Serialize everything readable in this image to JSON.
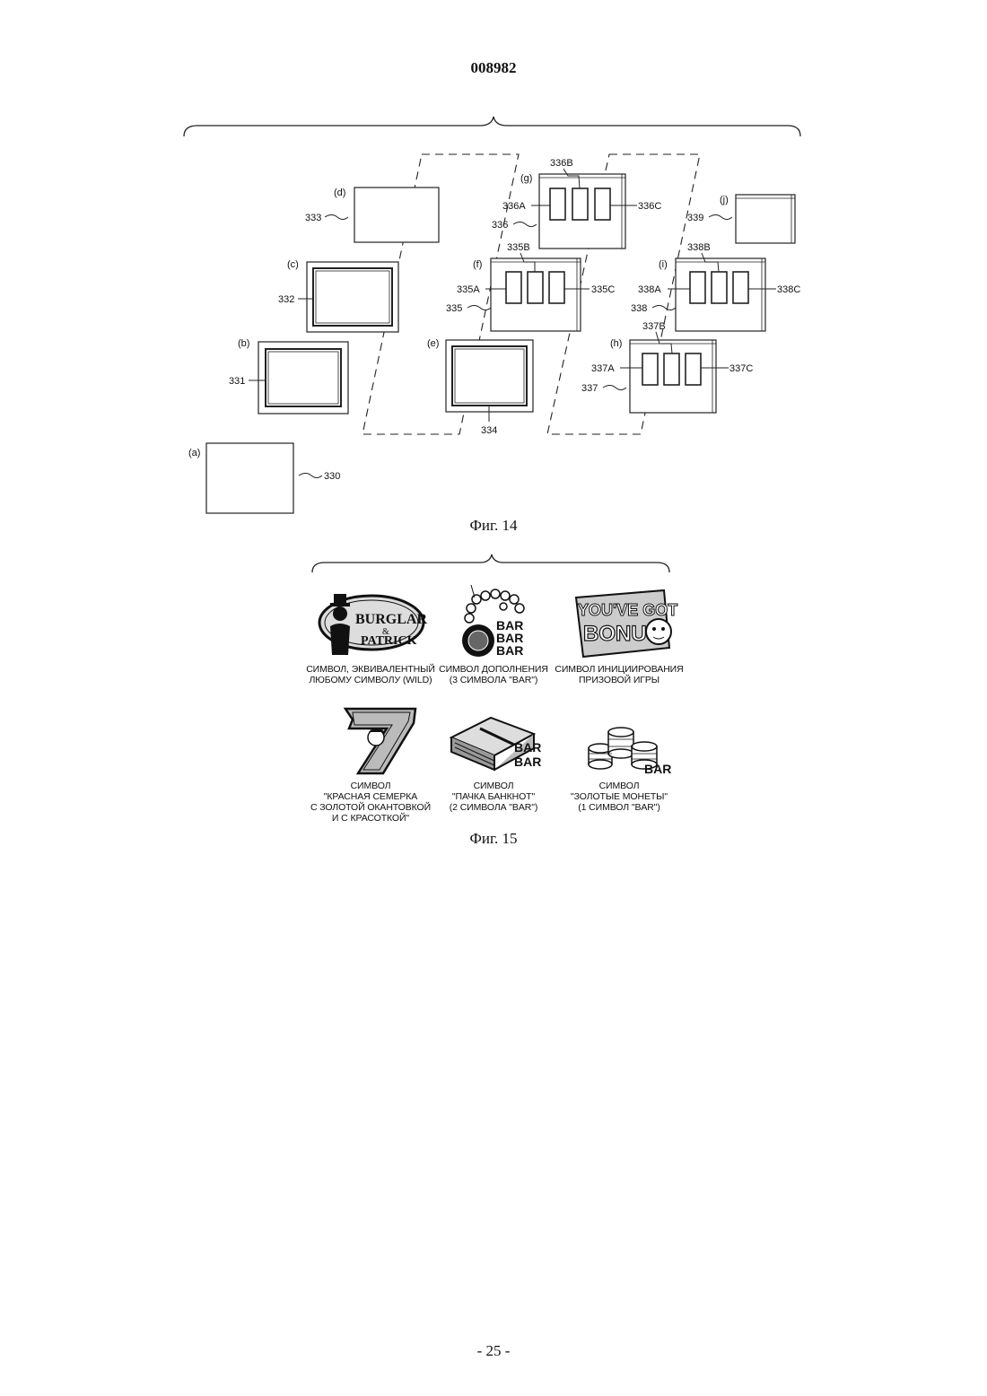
{
  "header": {
    "doc_number": "008982"
  },
  "fig14": {
    "caption": "Фиг. 14",
    "panel_letters": {
      "a": "(a)",
      "b": "(b)",
      "c": "(c)",
      "d": "(d)",
      "e": "(e)",
      "f": "(f)",
      "g": "(g)",
      "h": "(h)",
      "i": "(i)",
      "j": "(j)"
    },
    "refs": {
      "r330": "330",
      "r331": "331",
      "r332": "332",
      "r333": "333",
      "r334": "334",
      "r335": "335",
      "r335A": "335A",
      "r335B": "335B",
      "r335C": "335C",
      "r336": "336",
      "r336A": "336A",
      "r336B": "336B",
      "r336C": "336C",
      "r337": "337",
      "r337A": "337A",
      "r337B": "337B",
      "r337C": "337C",
      "r338": "338",
      "r338A": "338A",
      "r338B": "338B",
      "r338C": "338C",
      "r339": "339"
    }
  },
  "fig15": {
    "caption": "Фиг. 15",
    "logo_text": {
      "burglar": "BURGLAR",
      "and": "&",
      "patrick": "PATRICK",
      "youve": "YOU'VE GOT",
      "bonus": "BONUS",
      "bar": "BAR"
    },
    "symbols": [
      {
        "icon": "burglar-patrick-logo-icon",
        "label": "СИМВОЛ, ЭКВИВАЛЕНТНЫЙ\nЛЮБОМУ СИМВОЛУ (WILD)"
      },
      {
        "icon": "pearls-bar-icon",
        "label": "СИМВОЛ ДОПОЛНЕНИЯ\n(3 СИМВОЛА \"BAR\")"
      },
      {
        "icon": "youve-got-bonus-icon",
        "label": "СИМВОЛ ИНИЦИИРОВАНИЯ\nПРИЗОВОЙ ИГРЫ"
      },
      {
        "icon": "red-seven-icon",
        "label": "СИМВОЛ\n\"КРАСНАЯ СЕМЕРКА\nС ЗОЛОТОЙ ОКАНТОВКОЙ\nИ С КРАСОТКОЙ\""
      },
      {
        "icon": "banknote-stack-icon",
        "label": "СИМВОЛ\n\"ПАЧКА БАНКНОТ\"\n(2 СИМВОЛА \"BAR\")"
      },
      {
        "icon": "gold-coins-icon",
        "label": "СИМВОЛ\n\"ЗОЛОТЫЕ МОНЕТЫ\"\n(1 СИМВОЛ \"BAR\")"
      }
    ]
  },
  "footer": {
    "page_number": "- 25 -"
  }
}
